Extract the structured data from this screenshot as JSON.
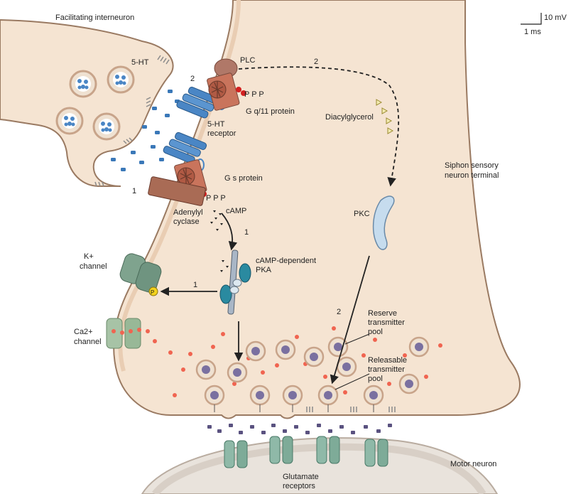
{
  "labels": {
    "facilitating_interneuron": "Facilitating interneuron",
    "serotonin": "5-HT",
    "step2_top": "2",
    "step1_left": "1",
    "plc": "PLC",
    "ppp_top": "P P P",
    "gq_protein": "G q/11 protein",
    "ht_receptor_line1": "5-HT",
    "ht_receptor_line2": "receptor",
    "gs_protein": "G s protein",
    "ppp_bottom": "P P P",
    "adenylyl_line1": "Adenylyl",
    "adenylyl_line2": "cyclase",
    "camp": "cAMP",
    "step1_camp": "1",
    "pka_line1": "cAMP-dependent",
    "pka_line2": "PKA",
    "step1_k": "1",
    "k_channel_line1": "K+",
    "k_channel_line2": "channel",
    "p_phos": "P",
    "ca_channel_line1": "Ca2+",
    "ca_channel_line2": "channel",
    "diacylglycerol": "Diacylglycerol",
    "siphon_line1": "Siphon sensory",
    "siphon_line2": "neuron terminal",
    "pkc": "PKC",
    "step2_right": "2",
    "reserve_line1": "Reserve",
    "reserve_line2": "transmitter",
    "reserve_line3": "pool",
    "releasable_line1": "Releasable",
    "releasable_line2": "transmitter",
    "releasable_line3": "pool",
    "motor_neuron": "Motor neuron",
    "glutamate_line1": "Glutamate",
    "glutamate_line2": "receptors",
    "scale_mv": "10 mV",
    "scale_ms": "1 ms"
  },
  "colors": {
    "terminal_fill": "#f5e4d2",
    "terminal_stroke": "#9a7a62",
    "receptor_blue": "#4a86c5",
    "g_protein": "#c9745c",
    "adenylyl": "#a96b55",
    "k_channel": "#7fa38e",
    "ca_channel": "#a7c3a6",
    "calcium_dot": "#f06450",
    "vesicle_ring": "#c8a48a",
    "glutamate": "#5a5280",
    "motor_fill": "#e9e3dc",
    "glut_receptor": "#8fb9a8",
    "pkc": "#c6dcee",
    "pka": "#2a8aa0",
    "phospho_yellow": "#f3d21c"
  }
}
